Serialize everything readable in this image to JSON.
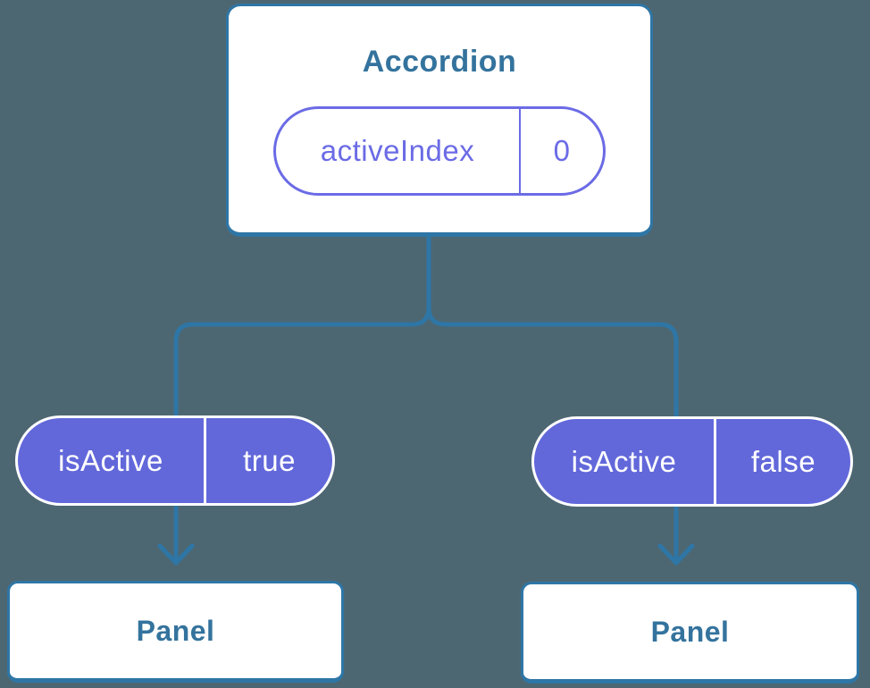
{
  "colors": {
    "background": "#4D6772",
    "connector": "#2E76A6",
    "node_border": "#2E76A6",
    "node_text": "#34739D",
    "pill_fill": "#6268DA",
    "pill_outline": "#6B6BE6",
    "pill_text_light": "#FFFFFF"
  },
  "tree": {
    "root": {
      "title": "Accordion",
      "state_name": "activeIndex",
      "state_value": "0"
    },
    "left_child": {
      "state_name": "isActive",
      "state_value": "true",
      "panel_label": "Panel"
    },
    "right_child": {
      "state_name": "isActive",
      "state_value": "false",
      "panel_label": "Panel"
    }
  }
}
